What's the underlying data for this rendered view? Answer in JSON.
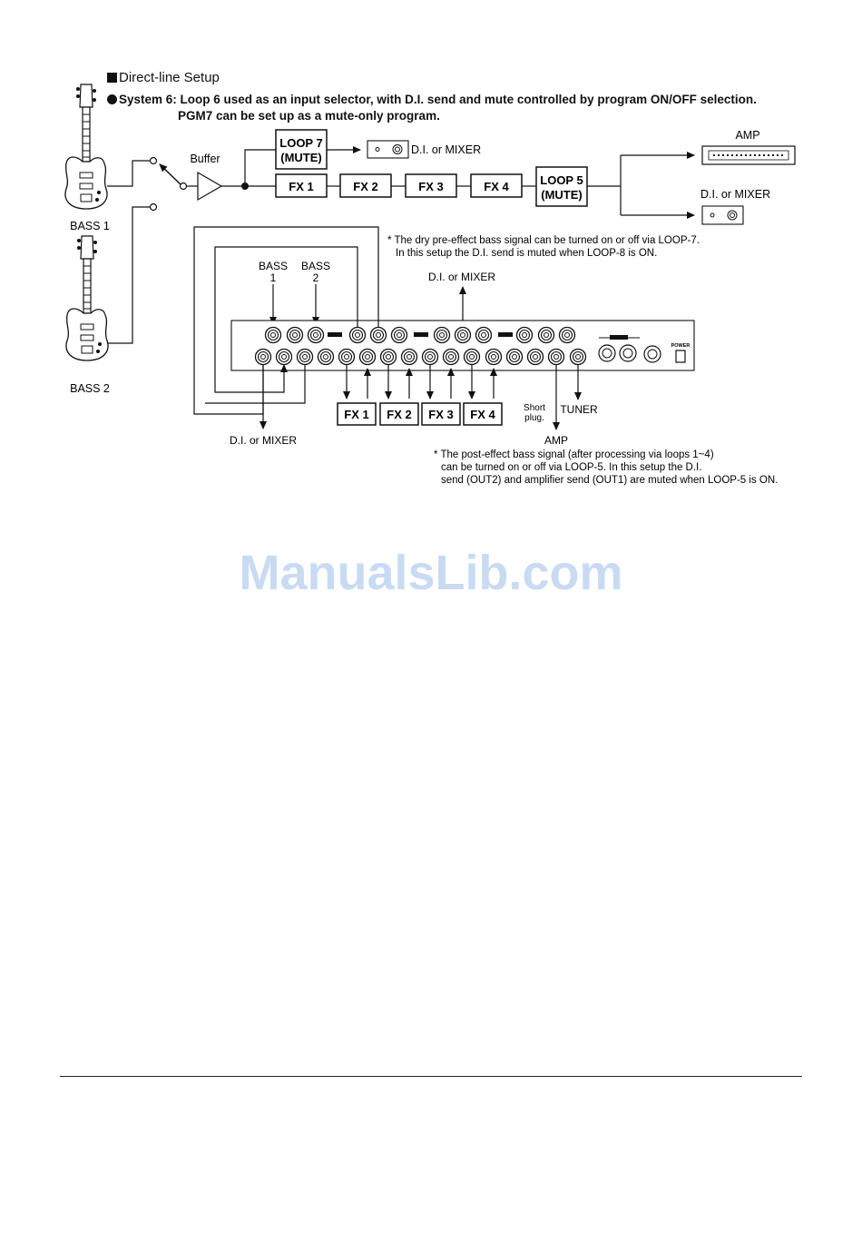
{
  "header": {
    "section_title": "Direct-line Setup",
    "system_line1": "System 6: Loop 6 used as an input selector, with D.I. send and mute controlled by program ON/OFF selection.",
    "system_line2": "PGM7 can be set up as a mute-only program."
  },
  "top_diagram": {
    "bass1": "BASS 1",
    "bass2": "BASS 2",
    "buffer": "Buffer",
    "loop7_line1": "LOOP 7",
    "loop7_line2": "(MUTE)",
    "di_mixer_top": "D.I. or MIXER",
    "fx1": "FX 1",
    "fx2": "FX 2",
    "fx3": "FX 3",
    "fx4": "FX 4",
    "loop5_line1": "LOOP 5",
    "loop5_line2": "(MUTE)",
    "amp": "AMP",
    "di_mixer_right": "D.I. or MIXER"
  },
  "bottom_diagram": {
    "note1_line1": "* The dry pre-effect bass signal can be turned on or off via LOOP-7.",
    "note1_line2": "In this setup the D.I. send is muted when LOOP-8 is ON.",
    "bass1_line1": "BASS",
    "bass1_line2": "1",
    "bass2_line1": "BASS",
    "bass2_line2": "2",
    "di_mixer_up": "D.I. or MIXER",
    "fx1": "FX 1",
    "fx2": "FX 2",
    "fx3": "FX 3",
    "fx4": "FX 4",
    "short_plug_line1": "Short",
    "short_plug_line2": "plug.",
    "tuner": "TUNER",
    "amp": "AMP",
    "di_mixer_bottom": "D.I. or MIXER",
    "note2_line1": "* The post-effect bass signal (after processing via loops 1~4)",
    "note2_line2": "can be turned  on or off via LOOP-5. In this setup the D.I.",
    "note2_line3": "send (OUT2) and amplifier send (OUT1) are muted when LOOP-5 is ON.",
    "power_label": "POWER"
  },
  "watermark": "ManualsLib.com",
  "icons": [
    "bass-guitar-icon",
    "buffer-triangle-icon",
    "switch-icon",
    "jack-icon"
  ]
}
